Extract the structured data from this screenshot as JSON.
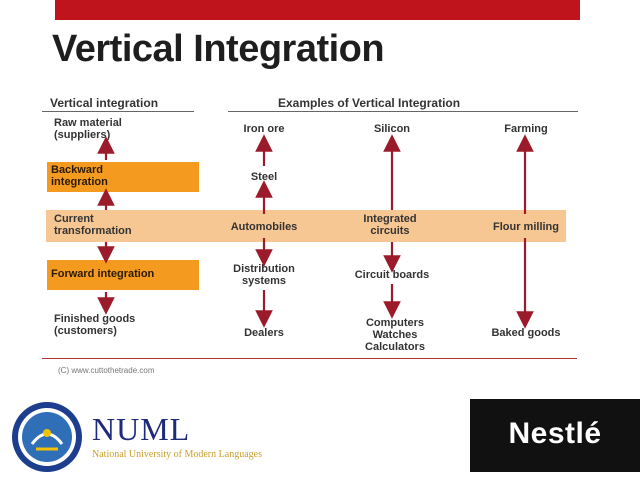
{
  "title": "Vertical Integration",
  "headers": {
    "left": "Vertical integration",
    "right": "Examples of Vertical Integration"
  },
  "left_col": {
    "raw": "Raw material\n(suppliers)",
    "backward": "Backward\nintegration",
    "current": "Current\ntransformation",
    "forward": "Forward integration",
    "finished": "Finished goods\n(customers)"
  },
  "col1": {
    "top": "Iron ore",
    "mid1": "Steel",
    "band": "Automobiles",
    "mid2": "Distribution\nsystems",
    "bottom": "Dealers"
  },
  "col2": {
    "top": "Silicon",
    "band": "Integrated\ncircuits",
    "mid2": "Circuit boards",
    "bottom": "Computers\nWatches\nCalculators"
  },
  "col3": {
    "top": "Farming",
    "band": "Flour milling",
    "bottom": "Baked goods"
  },
  "credit": "(C) www.cuttothetrade.com",
  "footer": {
    "numl": "NUML",
    "numl_sub": "National University of Modern Languages",
    "nestle": "Nestlé"
  },
  "colors": {
    "topbar": "#c0141c",
    "band": "#f7c793",
    "orange_box": "#f39a1f",
    "arrow": "#9b1b2a"
  },
  "icons": [
    "numl-seal-icon",
    "nestle-logo"
  ]
}
